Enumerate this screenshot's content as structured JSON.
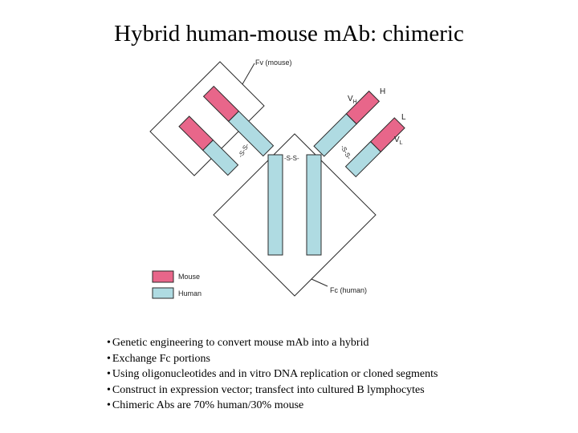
{
  "title": "Hybrid human-mouse mAb:  chimeric",
  "colors": {
    "mouse": "#e8668a",
    "human": "#afdbe2",
    "outline": "#2a2a2a"
  },
  "diagram": {
    "fv_label": "Fv (mouse)",
    "fc_label": "Fc (human)",
    "h_label": "H",
    "l_label": "L",
    "vh_label": "V",
    "vh_sub": "H",
    "vl_label": "V",
    "vl_sub": "L",
    "disulfide_hinge": "-S-S-",
    "disulfide_left": "-S-S-",
    "disulfide_right": "-S-S-",
    "legend": [
      {
        "label": "Mouse",
        "color": "mouse"
      },
      {
        "label": "Human",
        "color": "human"
      }
    ]
  },
  "bullets": [
    "Genetic engineering to convert mouse mAb into a hybrid",
    "Exchange Fc portions",
    "Using oligonucleotides and in vitro DNA replication or cloned segments",
    "Construct in expression vector; transfect into cultured B lymphocytes",
    "Chimeric Abs are 70% human/30% mouse"
  ]
}
